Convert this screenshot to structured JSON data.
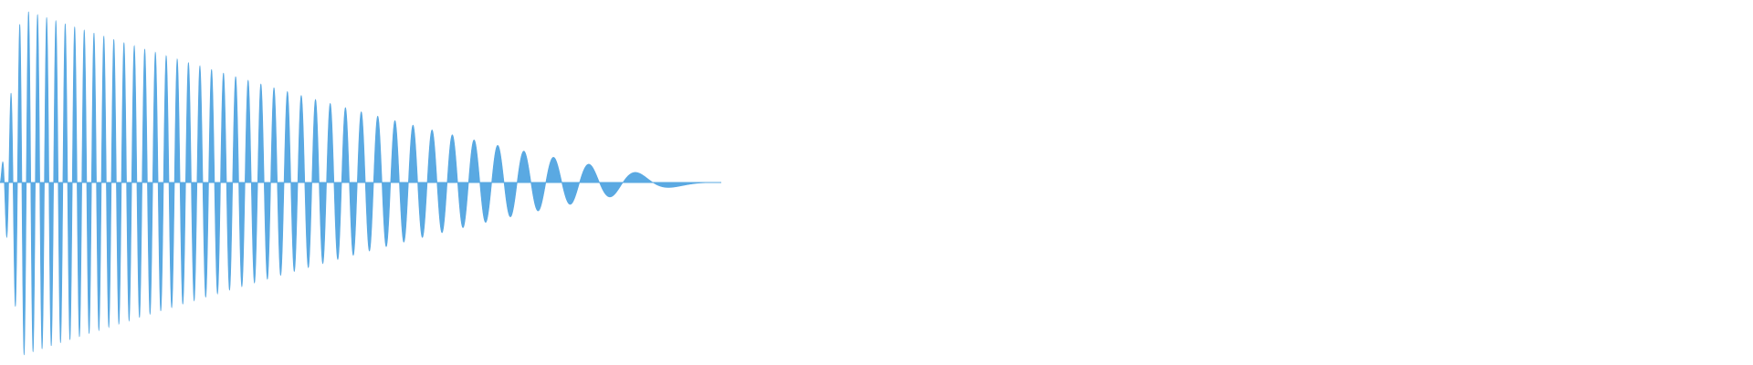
{
  "waveform": {
    "color": "#5aa9e2",
    "envelope_shape": "decaying-amplitude, widening lobes (chirp-down)",
    "peak_level": 1.0,
    "tail_level": 0.01
  }
}
